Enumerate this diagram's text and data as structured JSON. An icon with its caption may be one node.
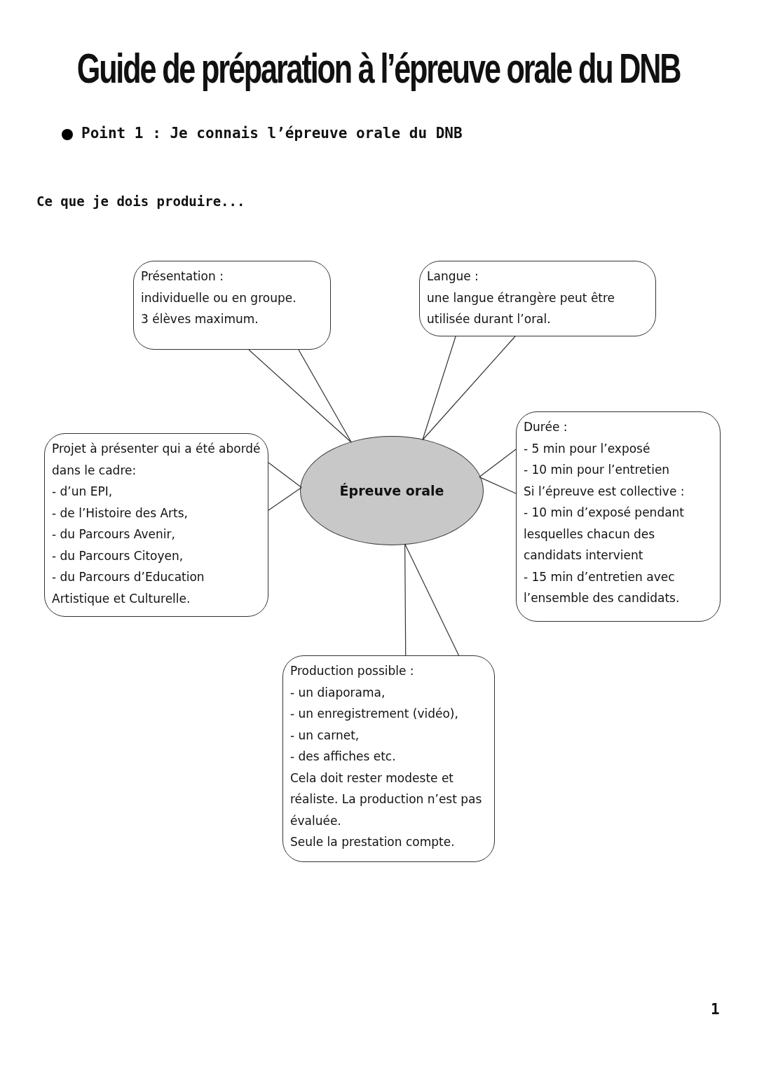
{
  "diagram": {
    "title": "Guide de préparation à l’épreuve orale du DNB",
    "nodes": [
      {
        "text": [
          "Présentation :",
          "individuelle ou en groupe.",
          "3 élèves maximum."
        ]
      },
      {
        "text": [
          "Langue :",
          "une langue étrangère peut être utilisée durant l’oral."
        ]
      },
      {
        "text": [
          "Projet à présenter qui a été abordé dans le cadre:",
          "- d’un EPI,",
          "- de l’Histoire des Arts,",
          "- du Parcours Avenir,",
          "- du Parcours Citoyen,",
          "- du Parcours d’Education Artistique et Culturelle."
        ]
      },
      {
        "text": [
          "Épreuve orale"
        ]
      },
      {
        "text": [
          "Durée :",
          "- 5 min pour l’exposé",
          "- 10 min pour l’entretien",
          "Si l’épreuve est collective :",
          "- 10 min d’exposé pendant lesquelles chacun des candidats intervient",
          "- 15 min d’entretien avec l’ensemble des candidats."
        ]
      },
      {
        "text": [
          "Production possible :",
          "- un diaporama,",
          "- un enregistrement (vidéo),",
          "- un carnet,",
          "- des affiches etc.",
          "Cela doit rester modeste et réaliste. La production n’est pas évaluée.",
          "Seule la prestation compte."
        ]
      }
    ],
    "edges": [
      {
        "from": 0,
        "to": 3,
        "arrow": "none"
      },
      {
        "from": 1,
        "to": 3,
        "arrow": "none"
      },
      {
        "from": 2,
        "to": 3,
        "arrow": "none"
      },
      {
        "from": 4,
        "to": 3,
        "arrow": "none"
      },
      {
        "from": 5,
        "to": 3,
        "arrow": "none"
      }
    ],
    "labels": [
      "Point 1 : Je connais l’épreuve orale du DNB",
      "Ce que je dois produire...",
      "1"
    ]
  }
}
